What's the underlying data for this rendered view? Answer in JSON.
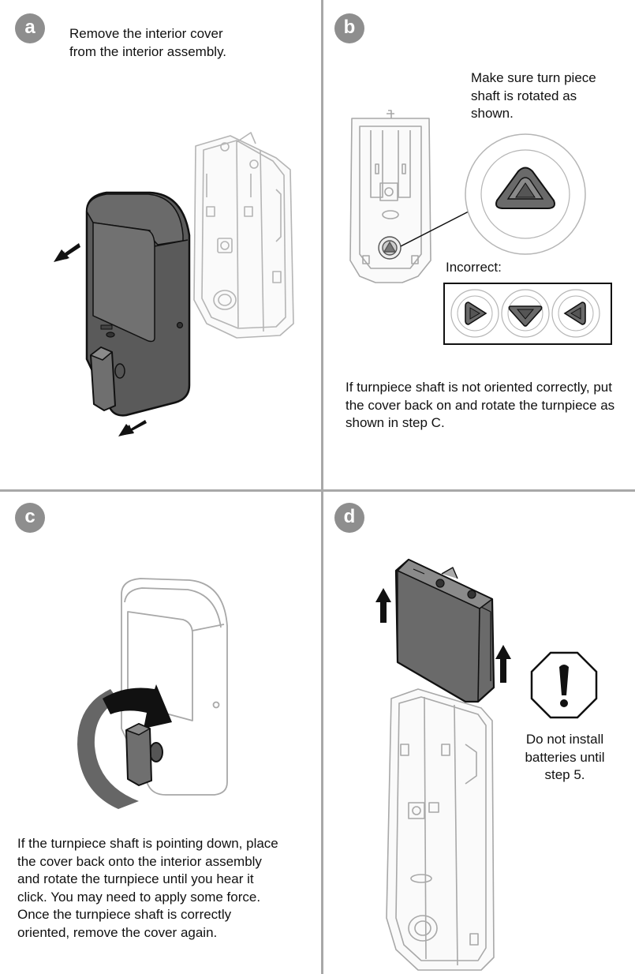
{
  "steps": {
    "a": {
      "badge": "a",
      "text": "Remove the interior cover from the interior assembly."
    },
    "b": {
      "badge": "b",
      "callout": "Make sure turn piece shaft is rotated as shown.",
      "incorrect_label": "Incorrect:",
      "note": "If turnpiece shaft is not oriented correctly, put the cover back on and rotate the turnpiece as shown in step C."
    },
    "c": {
      "badge": "c",
      "text": "If the turnpiece shaft is pointing down, place the cover back onto the interior assembly and rotate the turnpiece until you hear it click. You may need to apply some force. Once the turnpiece shaft is correctly oriented, remove the cover again."
    },
    "d": {
      "badge": "d",
      "warning": "Do not install batteries until step 5."
    }
  },
  "icons": {
    "warning": "exclamation-octagon-icon",
    "arrow": "arrow-icon",
    "rotate": "rotate-arrow-icon"
  },
  "colors": {
    "badge": "#8e8e8e",
    "divider": "#a8a8a8",
    "cover": "#6f6f6f",
    "cover_dark": "#5a5a5a",
    "outline": "#111111"
  }
}
